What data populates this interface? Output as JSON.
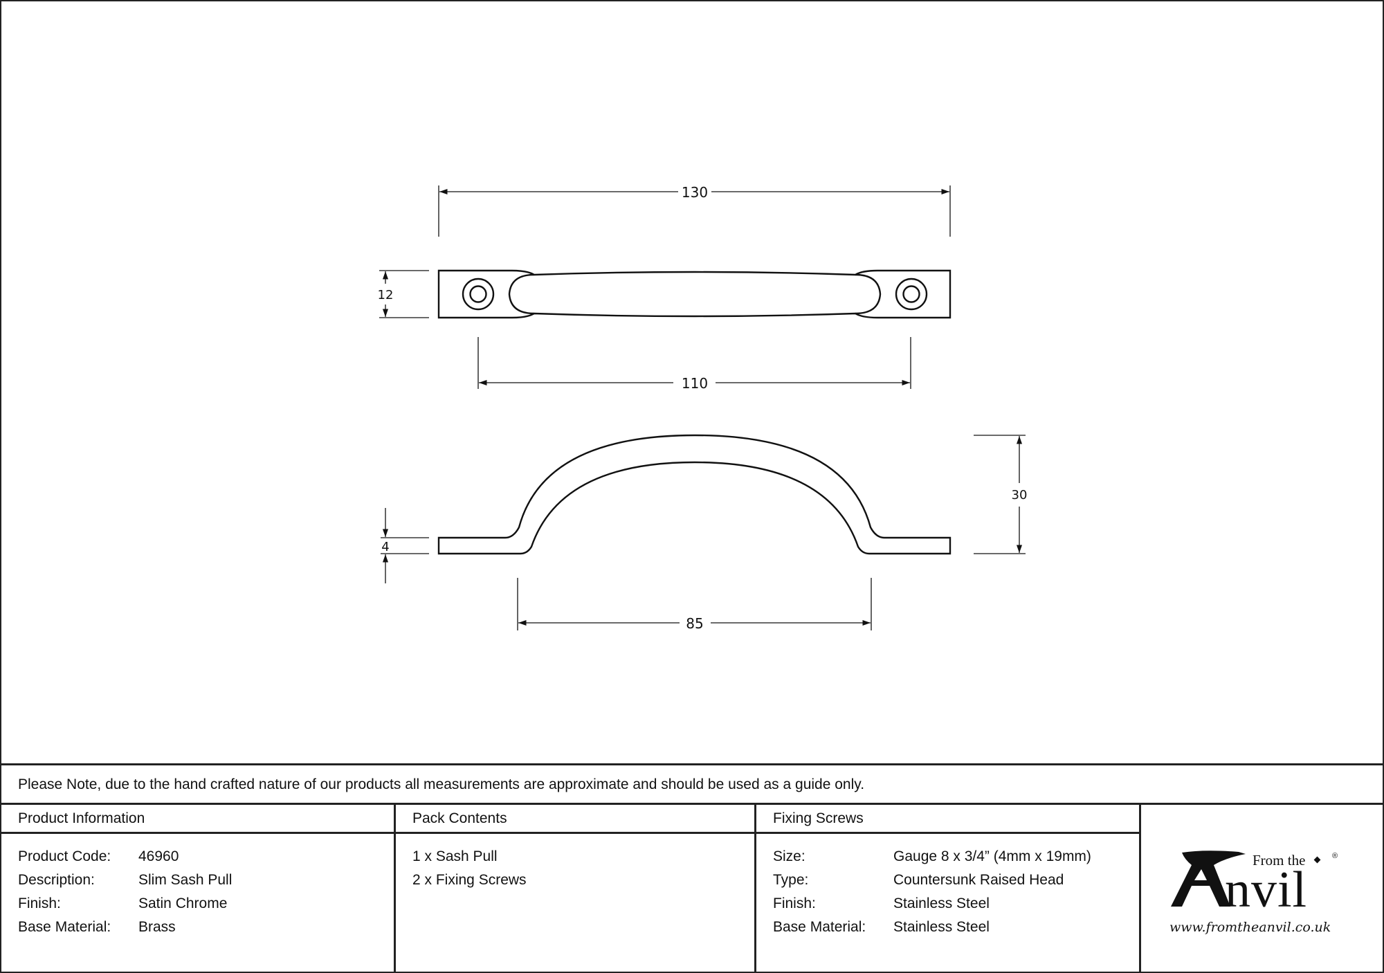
{
  "drawing": {
    "dimensions": {
      "overall_length": "130",
      "fixing_centres": "110",
      "width": "12",
      "projection": "30",
      "thickness": "4",
      "inner_span": "85"
    },
    "line_color": "#111111"
  },
  "note": "Please Note, due to the hand crafted nature of our products all measurements are approximate and should be used as a guide only.",
  "product_information": {
    "title": "Product Information",
    "rows": [
      {
        "label": "Product Code:",
        "value": "46960"
      },
      {
        "label": "Description:",
        "value": "Slim Sash Pull"
      },
      {
        "label": "Finish:",
        "value": "Satin Chrome"
      },
      {
        "label": "Base Material:",
        "value": "Brass"
      }
    ]
  },
  "pack_contents": {
    "title": "Pack Contents",
    "items": [
      "1 x Sash Pull",
      "2 x Fixing Screws"
    ]
  },
  "fixing_screws": {
    "title": "Fixing Screws",
    "rows": [
      {
        "label": "Size:",
        "value": "Gauge 8 x 3/4” (4mm x 19mm)"
      },
      {
        "label": "Type:",
        "value": "Countersunk Raised Head"
      },
      {
        "label": "Finish:",
        "value": "Stainless Steel"
      },
      {
        "label": "Base Material:",
        "value": "Stainless Steel"
      }
    ]
  },
  "logo": {
    "line1": "From the",
    "main_letter": "A",
    "main_rest": "nvil",
    "registered": "®",
    "url": "www.fromtheanvil.co.uk"
  }
}
